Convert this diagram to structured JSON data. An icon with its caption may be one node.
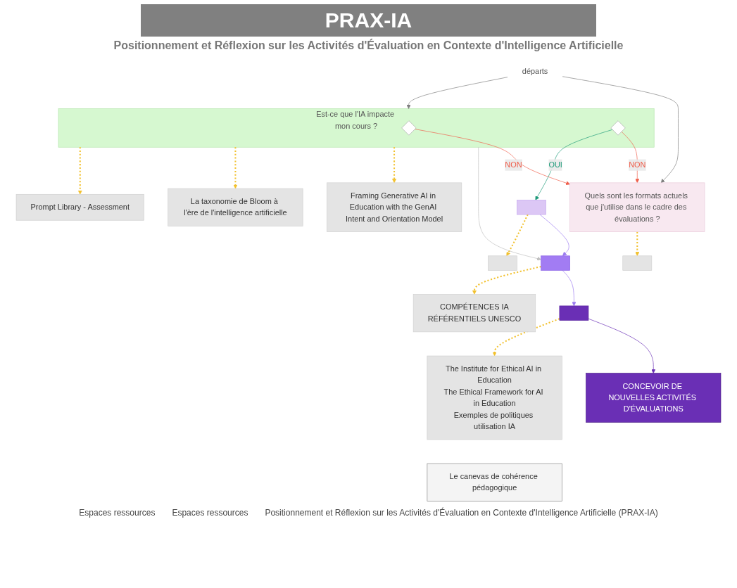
{
  "diagram": {
    "title": "PRAX-IA",
    "caption": "Positionnement et Réflexion sur les Activités d'Évaluation en Contexte d'Intelligence Artificielle",
    "nodes": [
      {
        "text": [
          "départs"
        ]
      },
      {
        "text": [
          "Quels sont les formats actuels que j'utilise dans le cadre des évaluations ?"
        ]
      },
      {
        "text": [],
        "shape": "box"
      },
      {
        "text": [],
        "shape": "box"
      },
      {
        "text": [],
        "shape": "box"
      },
      {
        "text": [
          "CONCEVOIR DE NOUVELLES ACTIVITÉS D'ÉVALUATIONS"
        ]
      },
      {
        "text": [
          "Est-ce que l'IA impacte mon cours ?"
        ]
      },
      {
        "text": [],
        "shape": "diamond",
        "in": 6
      },
      {
        "text": [],
        "shape": "diamond",
        "in": 6
      },
      {
        "text": [],
        "shape": "box"
      },
      {
        "text": [],
        "shape": "box"
      },
      {
        "text": [
          "COMPÉTENCES IA",
          "RÉFÉRENTIELS UNESCO"
        ]
      },
      {
        "text": [
          "The Institute for Ethical AI in Education",
          "The Ethical Framework for AI in Education",
          "Exemples de politiques utilisation IA"
        ]
      },
      {
        "text": [
          "Framing Generative AI in Education with the GenAI Intent and Orientation Model"
        ]
      },
      {
        "text": [
          "La taxonomie de Bloom à l'ère de l'intelligence artificielle"
        ]
      },
      {
        "text": [
          "Prompt Library - Assessment"
        ]
      },
      {
        "text": [
          "Le canevas de cohérence pédagogique"
        ]
      }
    ],
    "edges": [
      {
        "from": 0,
        "to": 1,
        "arrow": "to",
        "color": "#808080"
      },
      {
        "from": 0,
        "to": 6,
        "arrow": "to",
        "color": "#808080"
      },
      {
        "from": 7,
        "to": 1,
        "arrow": "to",
        "label": "NON",
        "color": "#f0604d"
      },
      {
        "from": 8,
        "to": 1,
        "arrow": "to",
        "label": "NON",
        "color": "#f0604d"
      },
      {
        "from": 8,
        "to": 2,
        "arrow": "to",
        "label": "OUI",
        "color": "#1f9b7a"
      },
      {
        "from": 6,
        "to": 3,
        "arrow": "to",
        "color": "#c0c0c0"
      },
      {
        "from": 2,
        "to": 3,
        "arrow": "to",
        "color": "#9b7bf0"
      },
      {
        "from": 3,
        "to": 4,
        "arrow": "to",
        "color": "#9b7bf0"
      },
      {
        "from": 4,
        "to": 5,
        "arrow": "to",
        "color": "#6a2fb5"
      },
      {
        "from": 1,
        "to": 9,
        "arrow": "to",
        "style": "dashed",
        "color": "#f2c12e"
      },
      {
        "from": 2,
        "to": 10,
        "arrow": "to",
        "style": "dashed",
        "color": "#f2c12e"
      },
      {
        "from": 3,
        "to": 11,
        "arrow": "to",
        "style": "dashed",
        "color": "#f2c12e"
      },
      {
        "from": 4,
        "to": 12,
        "arrow": "to",
        "style": "dashed",
        "color": "#f2c12e"
      },
      {
        "from": 6,
        "to": 13,
        "arrow": "to",
        "style": "dashed",
        "color": "#f2c12e"
      },
      {
        "from": 6,
        "to": 14,
        "arrow": "to",
        "style": "dashed",
        "color": "#f2c12e"
      },
      {
        "from": 6,
        "to": 15,
        "arrow": "to",
        "style": "dashed",
        "color": "#f2c12e"
      }
    ],
    "labels": [
      "Espaces ressources",
      "Espaces ressources",
      "Positionnement et Réflexion sur les Activités d'Évaluation en Contexte d'Intelligence Artificielle (PRAX-IA)"
    ]
  }
}
